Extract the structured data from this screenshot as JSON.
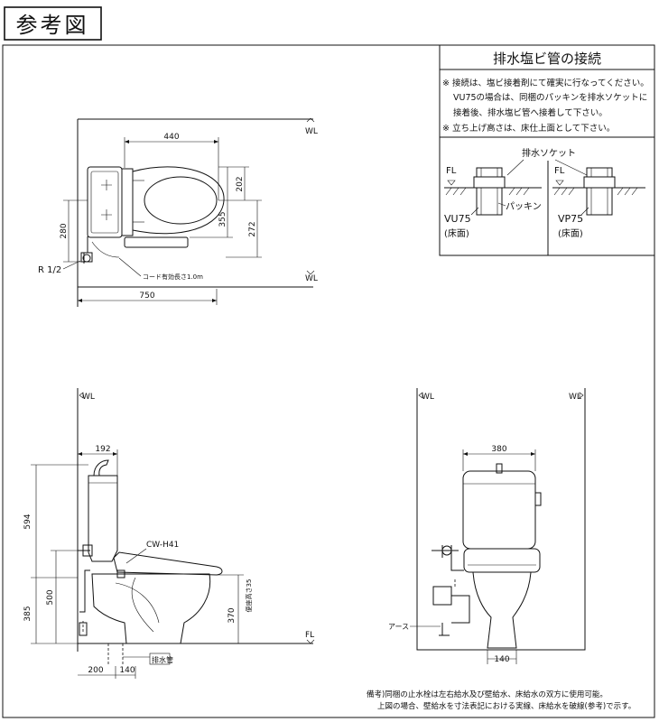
{
  "title": "参考図",
  "inset": {
    "heading": "排水塩ビ管の接続",
    "notes": [
      "※ 接続は、塩ビ接着剤にて確実に行なってください。",
      "VU75の場合は、同梱のパッキンを排水ソケットに",
      "接着後、排水塩ビ管へ接着して下さい。",
      "※ 立ち上げ高さは、床仕上面として下さい。"
    ],
    "socket_label": "排水ソケット",
    "fl_left": "FL",
    "fl_right": "FL",
    "packing": "パッキン",
    "left_pipe": "VU75",
    "left_floor": "(床面)",
    "right_pipe": "VP75",
    "right_floor": "(床面)"
  },
  "plan": {
    "wl_top": "WL",
    "wl_bottom": "WL",
    "dim_440": "440",
    "dim_202": "202",
    "dim_355": "355",
    "dim_272": "272",
    "dim_280": "280",
    "thread": "R 1/2",
    "cord": "コード有効長さ1.0m",
    "dim_750": "750"
  },
  "side": {
    "wl": "WL",
    "dim_192": "192",
    "dim_594": "594",
    "dim_500": "500",
    "dim_385": "385",
    "model": "CW-H41",
    "seat_height": "便座高さ35",
    "dim_370": "370",
    "fl": "FL",
    "drain": "排水管",
    "dim_200": "200",
    "dim_140": "140"
  },
  "front": {
    "wl_left": "WL",
    "wl_right": "WL",
    "dim_380": "380",
    "ground": "アース",
    "dim_140": "140"
  },
  "remarks": [
    "備考)同梱の止水栓は左右給水及び壁給水、床給水の双方に使用可能。",
    "上図の場合、壁給水を寸法表記における実線、床給水を破線(参考)で示す。"
  ]
}
